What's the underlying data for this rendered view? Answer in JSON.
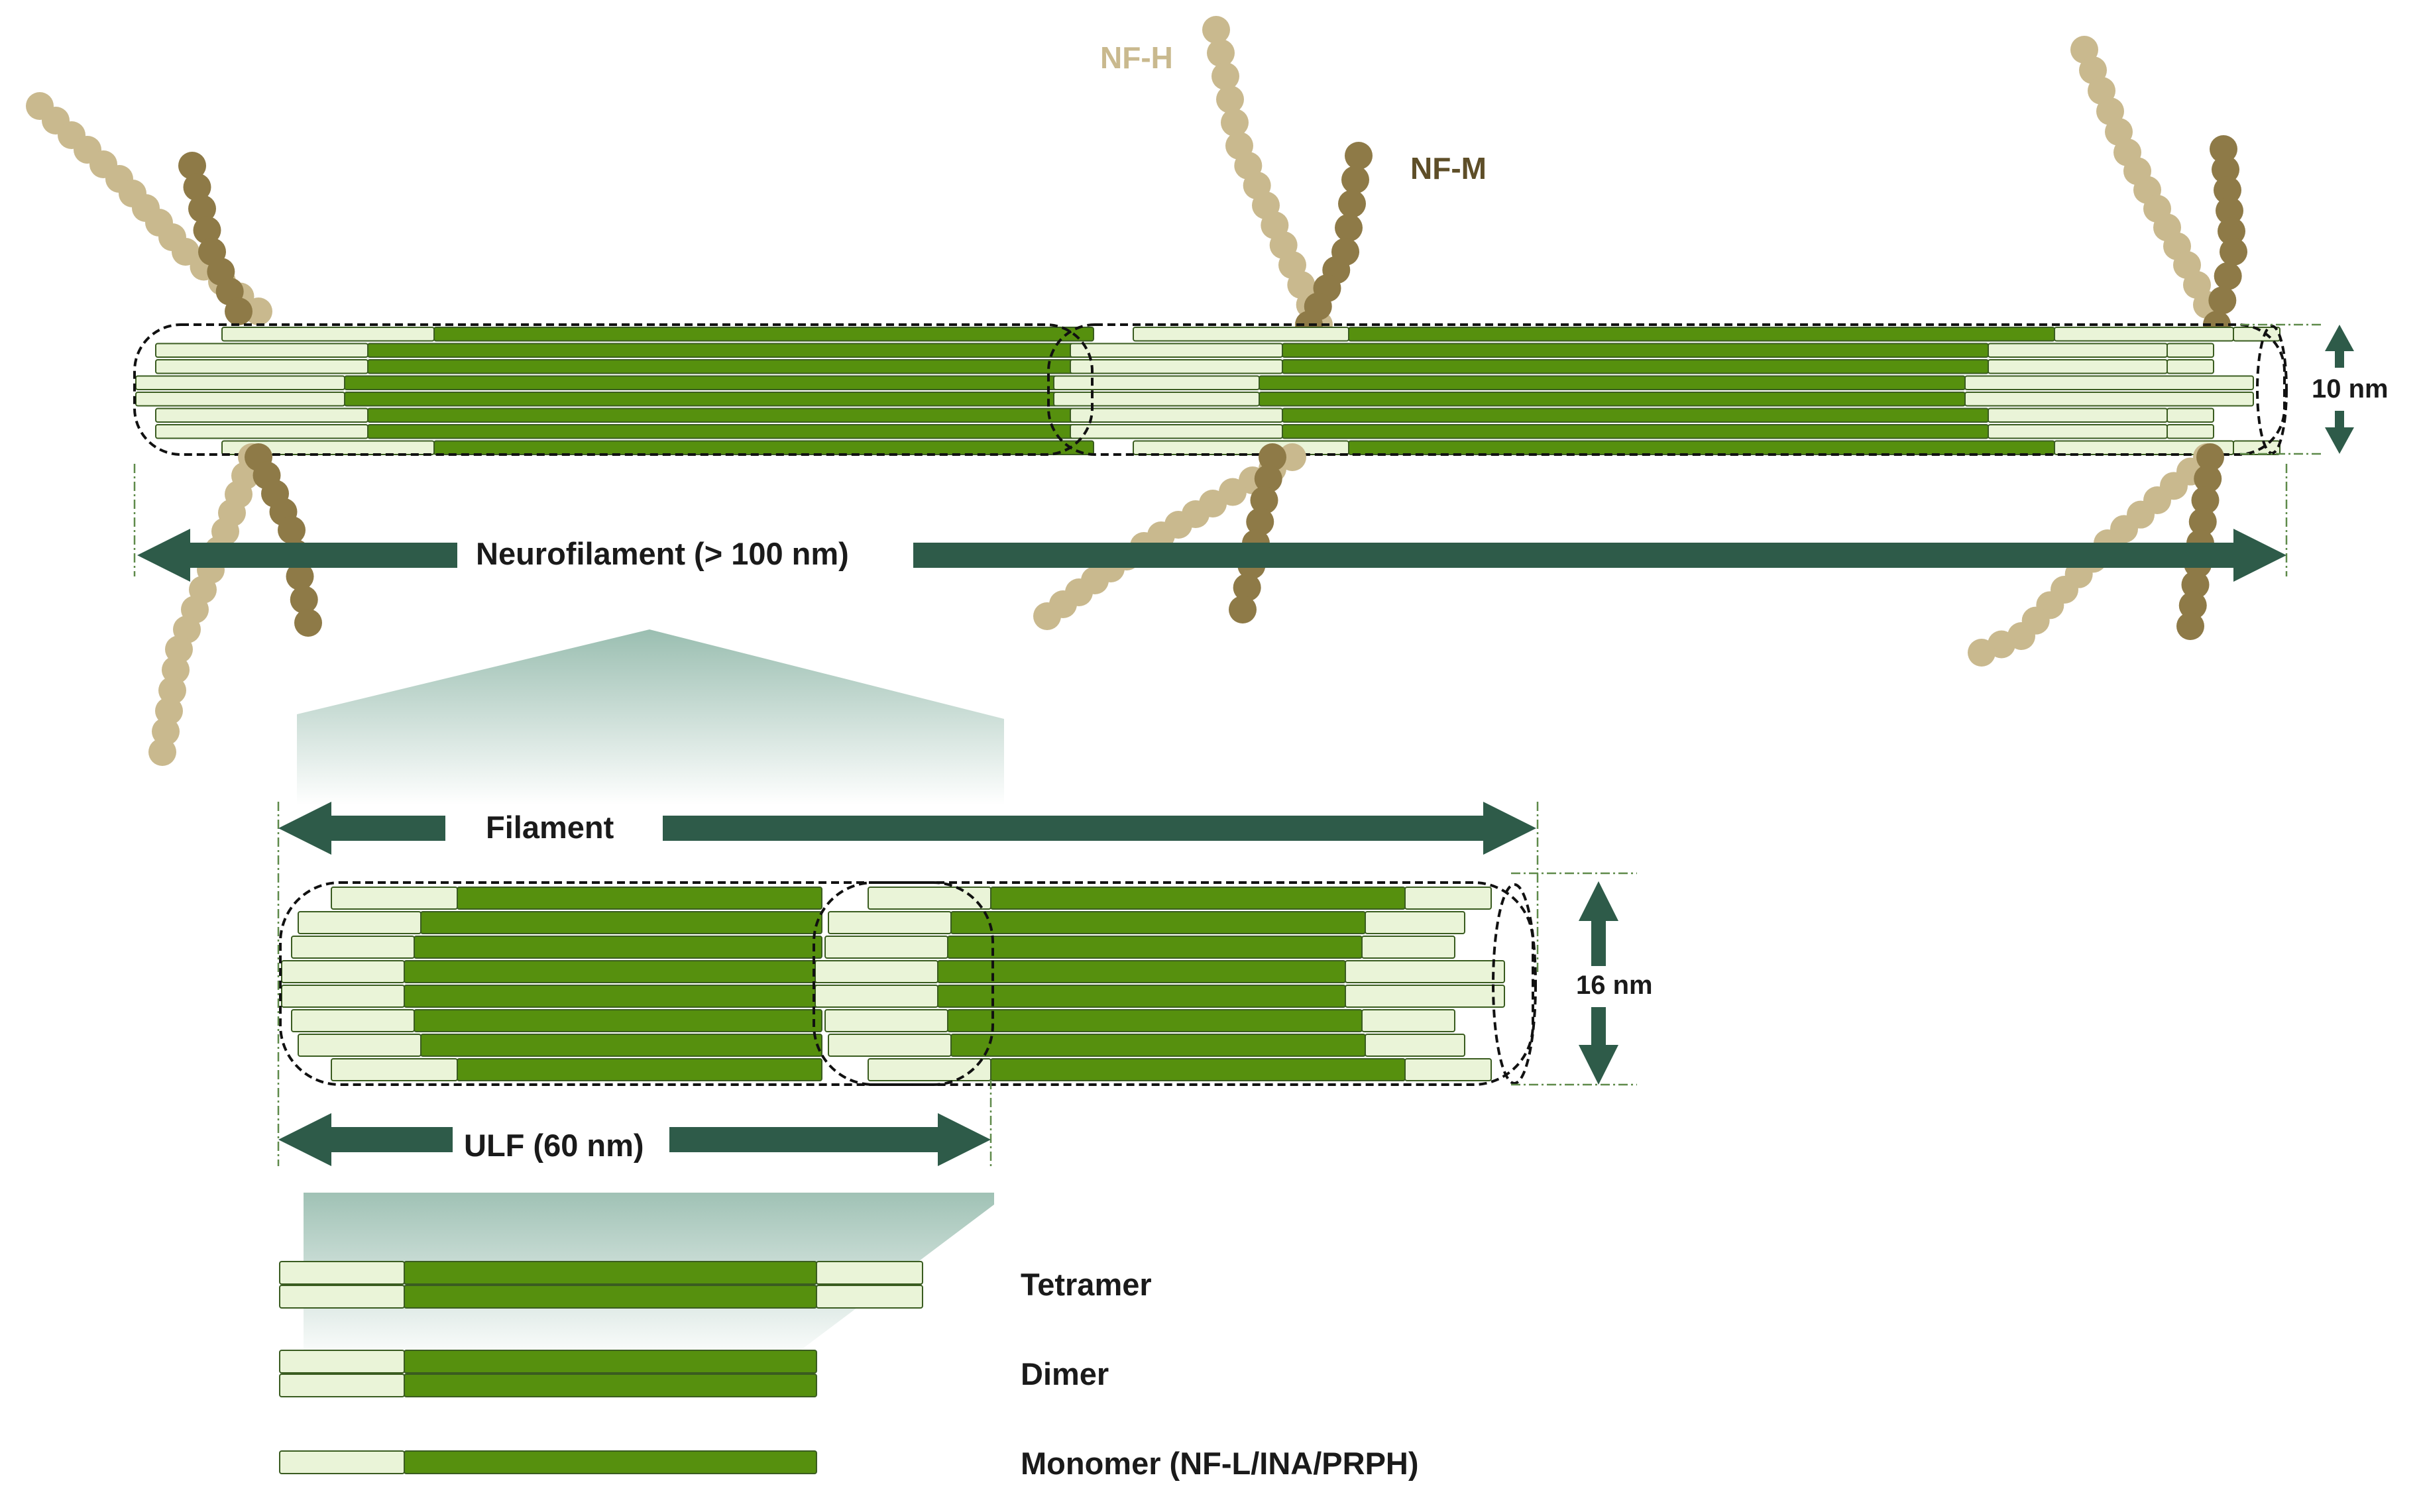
{
  "labels": {
    "nf_h": "NF-H",
    "nf_m": "NF-M",
    "diameter_neurofilament": "10 nm",
    "neurofilament": "Neurofilament (> 100 nm)",
    "filament": "Filament",
    "diameter_filament": "16 nm",
    "ulf": "ULF (60 nm)",
    "tetramer": "Tetramer",
    "dimer": "Dimer",
    "monomer": "Monomer (NF-L/INA/PRPH)"
  },
  "colors": {
    "rod_green": "#56900e",
    "head_tail": "#eaf4d8",
    "outline": "#3a5c20",
    "arrow": "#2e5b49",
    "nf_h": "#c9b98e",
    "nf_m": "#8e7a47",
    "nf_h_text": "#c9b98e",
    "nf_m_text": "#5e4e28",
    "funnel": "#9cc0b2"
  }
}
